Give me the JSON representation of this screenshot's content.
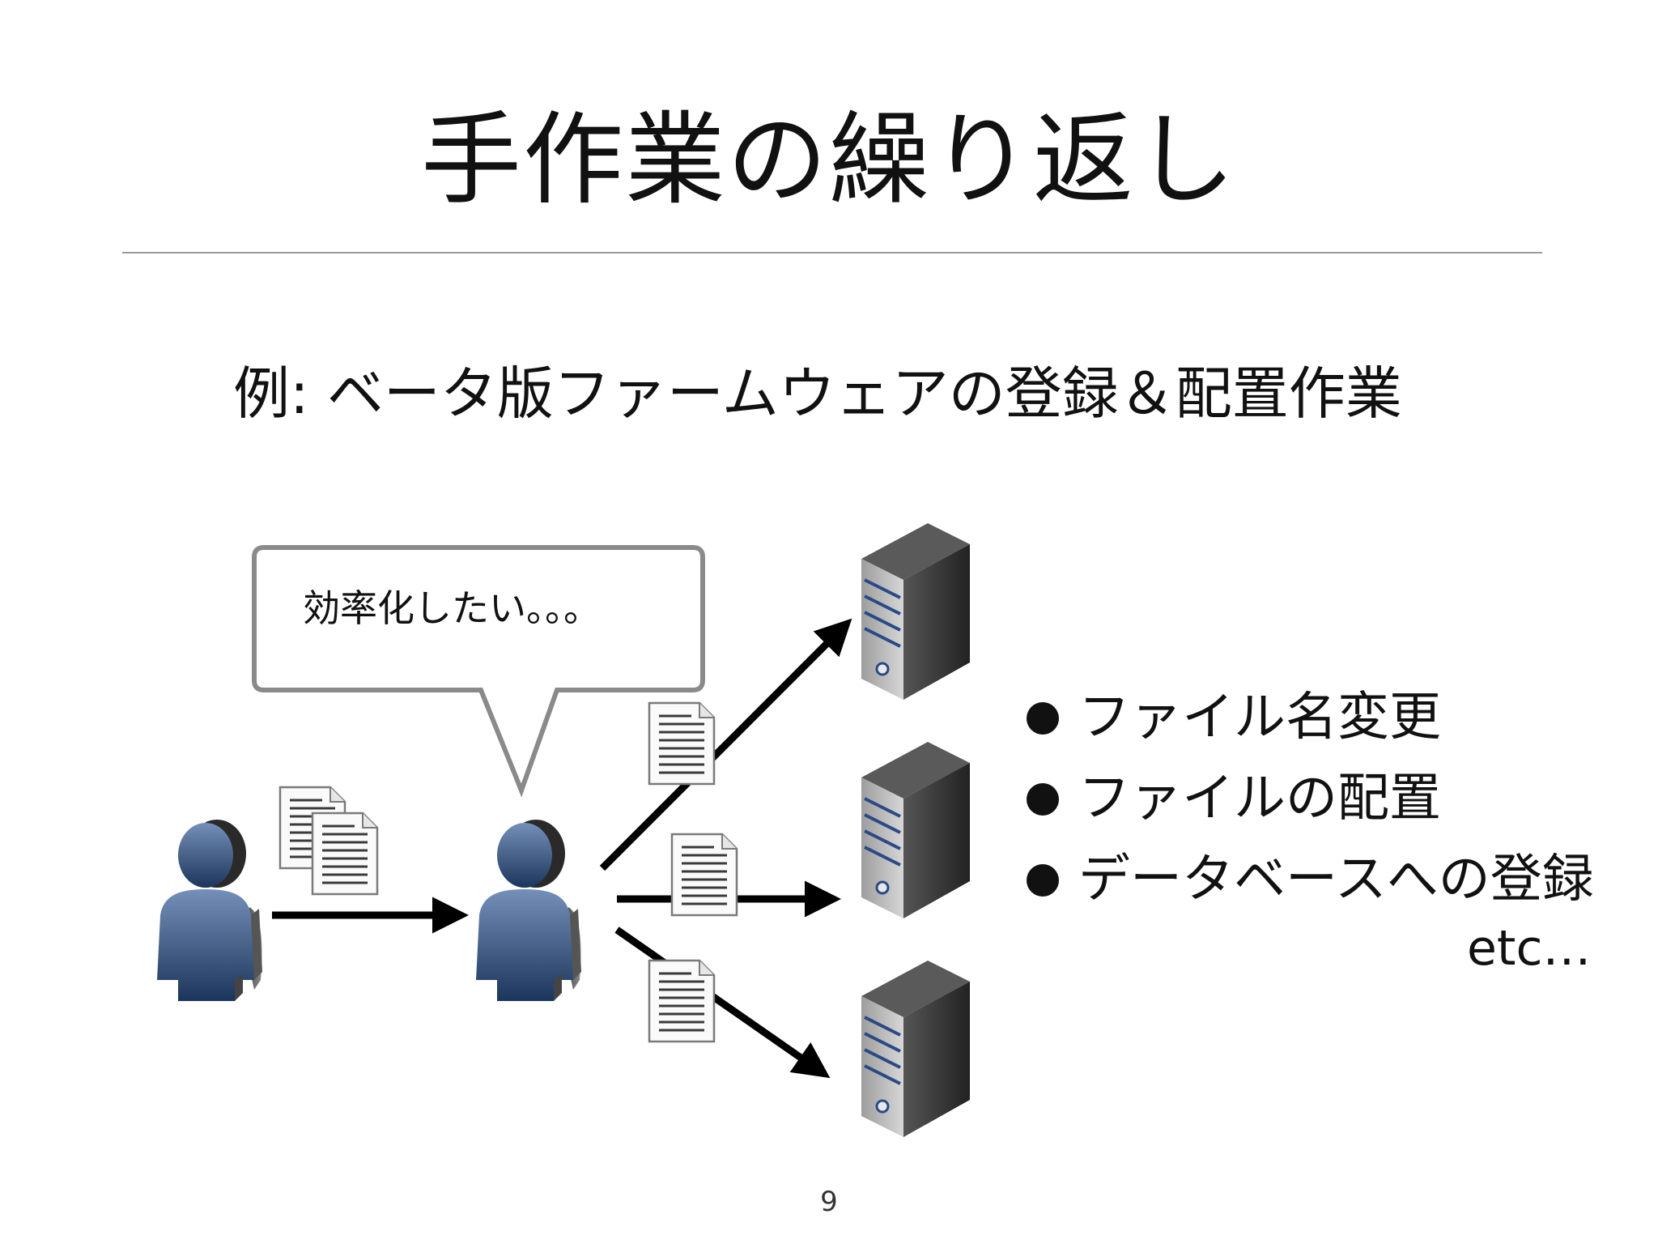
{
  "slide": {
    "title": "手作業の繰り返し",
    "subtitle": "例: ベータ版ファームウェアの登録＆配置作業",
    "page_number": "9"
  },
  "diagram": {
    "speech_bubble": "効率化したい。。。",
    "icons": {
      "source_person": "user-icon",
      "operator_person": "user-icon",
      "documents": "document-icon",
      "servers": "server-icon"
    },
    "server_count": 3
  },
  "tasks": {
    "items": [
      "ファイル名変更",
      "ファイルの配置",
      "データベースへの登録"
    ],
    "etc": "etc…"
  },
  "colors": {
    "person_gradient_top": "#6f8cb5",
    "person_gradient_bottom": "#1e3a64",
    "server_stripe": "#2a4a86",
    "arrow": "#000000",
    "bubble_border": "#8a8a8a"
  }
}
